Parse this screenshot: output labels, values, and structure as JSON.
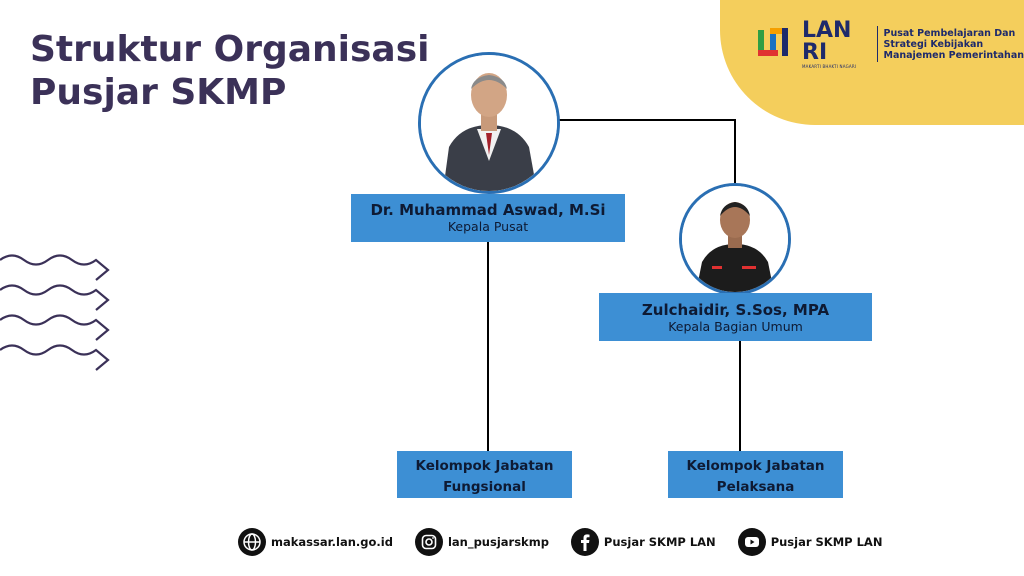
{
  "title": {
    "line1": "Struktur Organisasi",
    "line2": "Pusjar SKMP"
  },
  "logo": {
    "name": "LAN RI",
    "tagline": "MAKARTI BHAKTI NAGARI",
    "description": [
      "Pusat Pembelajaran Dan",
      "Strategi Kebijakan",
      "Manajemen Pemerintahan"
    ]
  },
  "nodes": {
    "head": {
      "name": "Dr. Muhammad Aswad, M.Si",
      "role": "Kepala Pusat"
    },
    "general": {
      "name": "Zulchaidir, S.Sos, MPA",
      "role": "Kepala Bagian Umum"
    },
    "functional": {
      "line1": "Kelompok Jabatan",
      "line2": "Fungsional"
    },
    "executive": {
      "line1": "Kelompok Jabatan",
      "line2": "Pelaksana"
    }
  },
  "footer": {
    "website": "makassar.lan.go.id",
    "instagram": "lan_pusjarskmp",
    "facebook": "Pusjar SKMP LAN",
    "youtube": "Pusjar SKMP LAN"
  },
  "colors": {
    "title": "#3b3158",
    "banner": "#f4ce5c",
    "box": "#3d8fd4",
    "photo_border": "#2a6fb3"
  }
}
